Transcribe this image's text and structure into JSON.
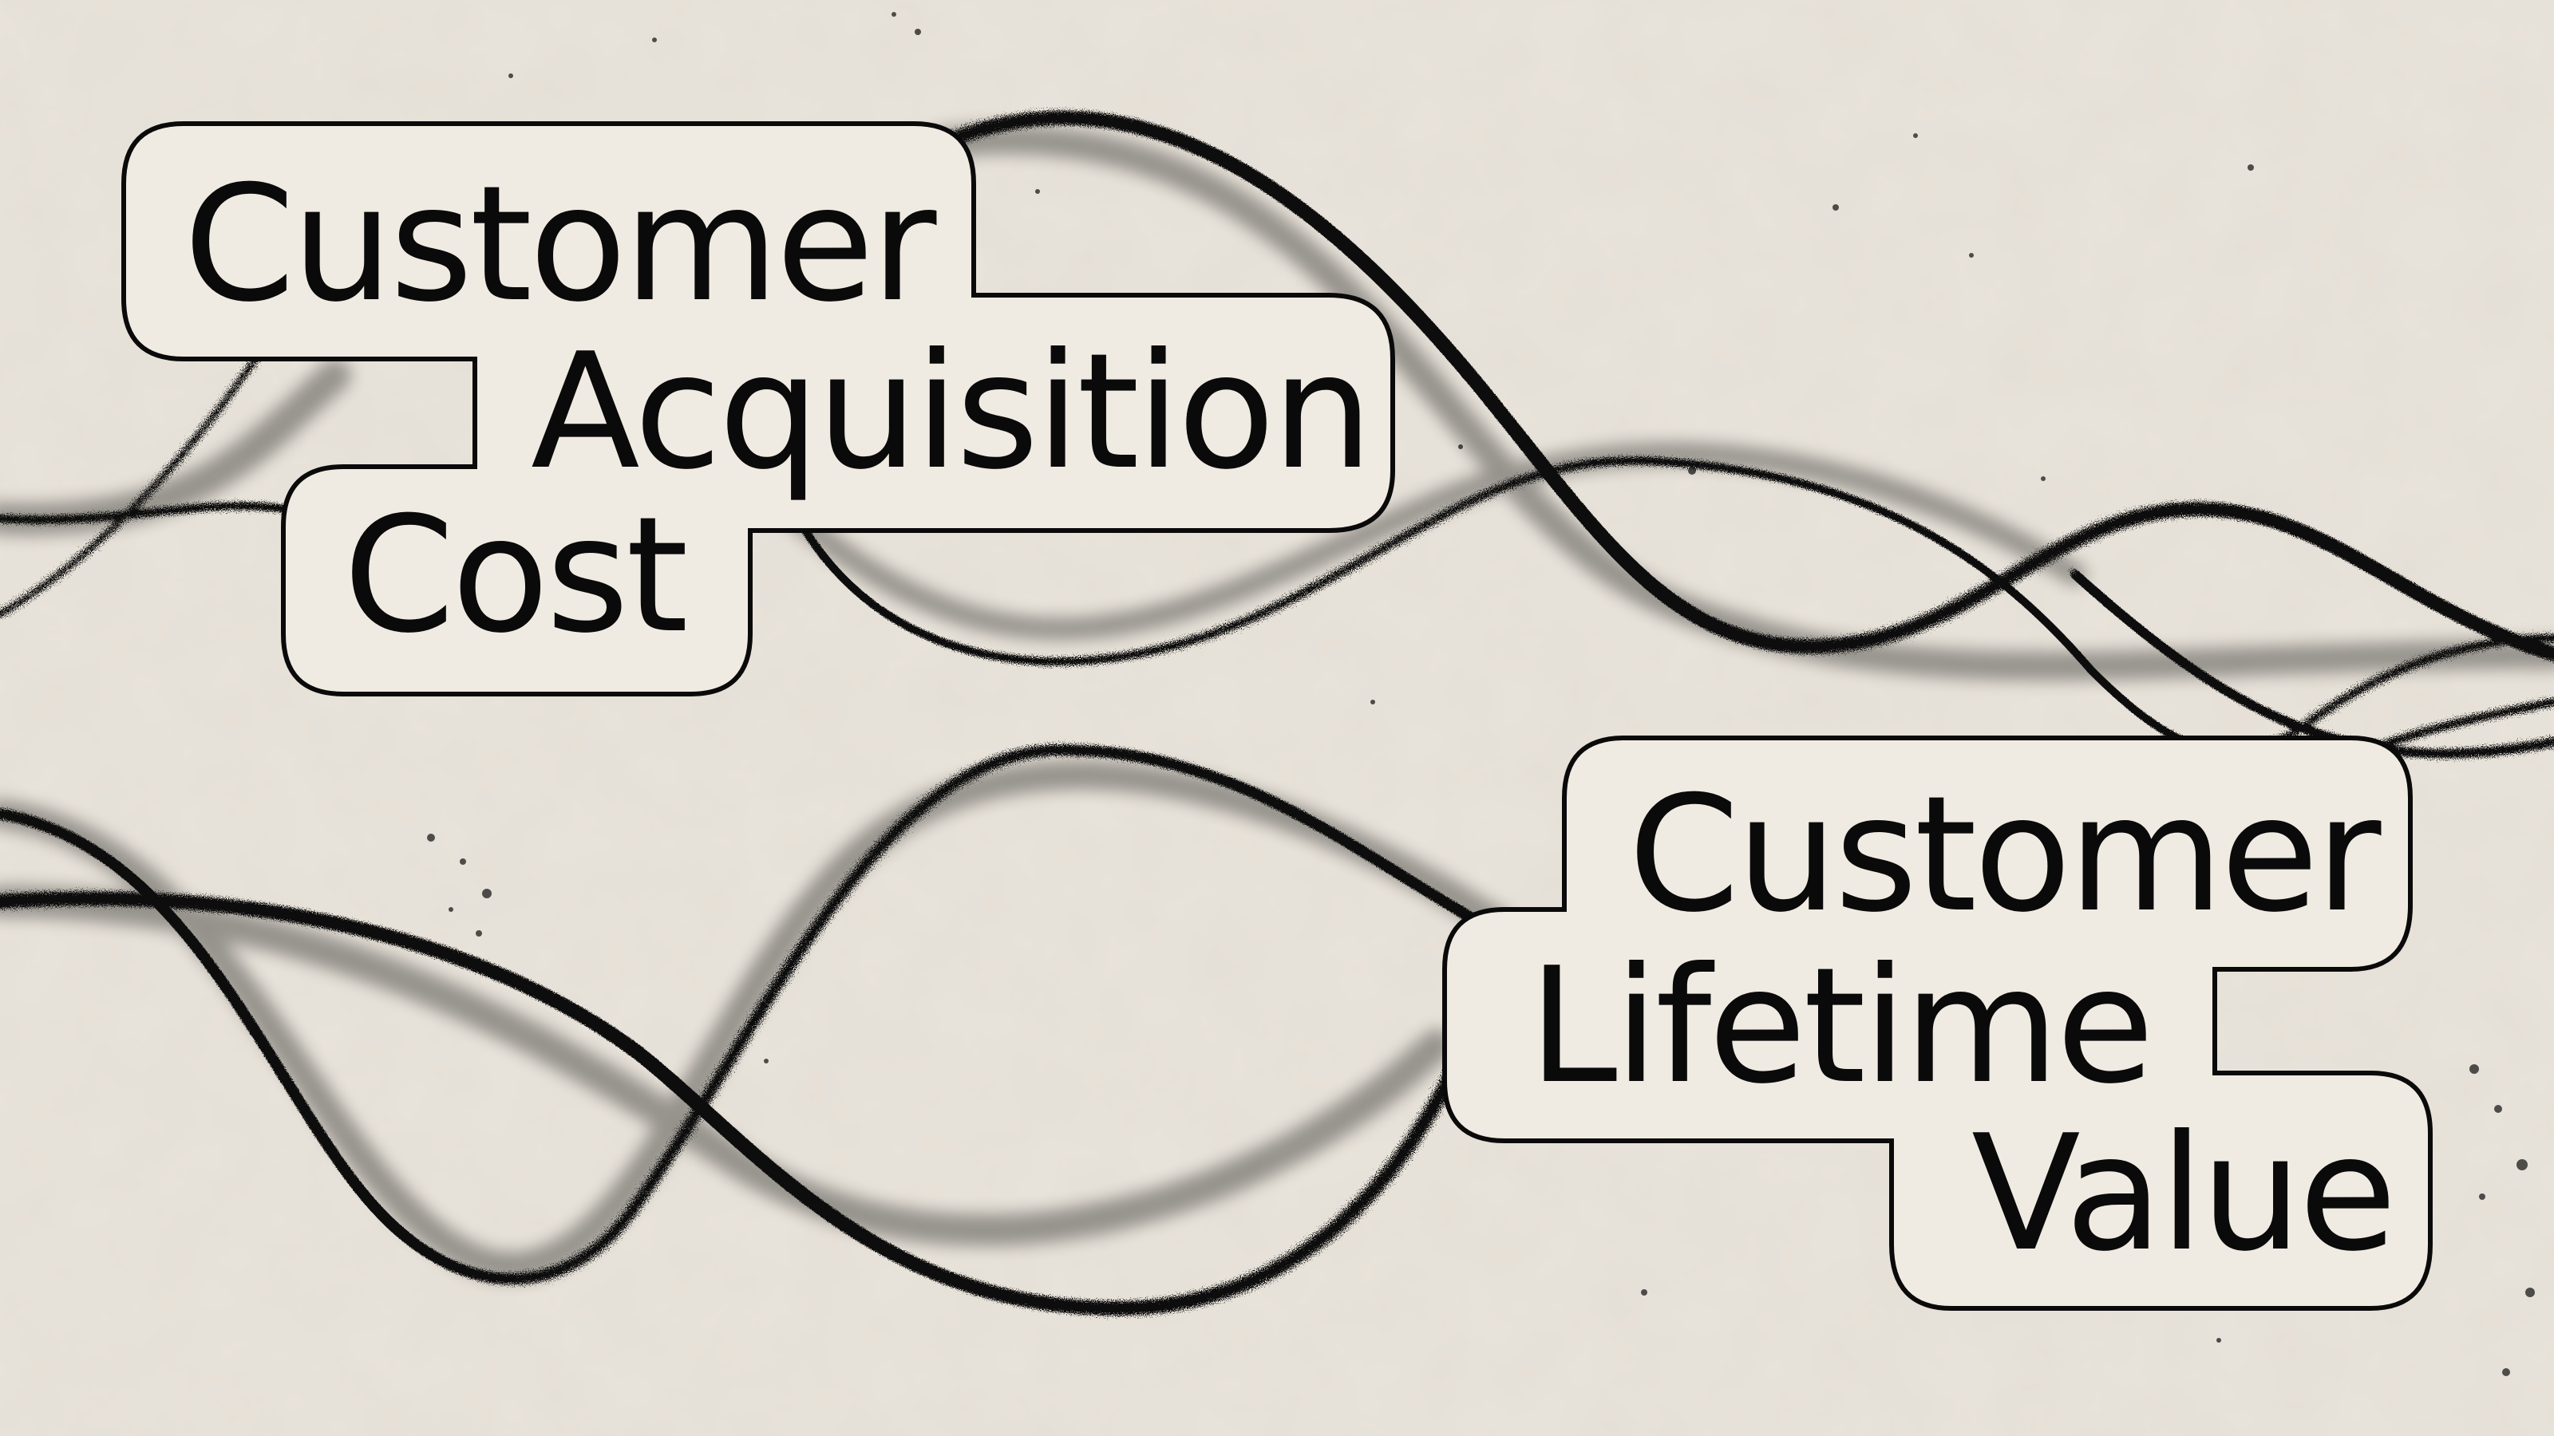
{
  "colors": {
    "background": "#e9e4db",
    "label_fill": "#f0ebe2",
    "ink": "#0a0a0a"
  },
  "labels": {
    "cac": {
      "line1": "Customer",
      "line2": "Acquisition",
      "line3": "Cost"
    },
    "clv": {
      "line1": "Customer",
      "line2": "Lifetime",
      "line3": "Value"
    }
  }
}
